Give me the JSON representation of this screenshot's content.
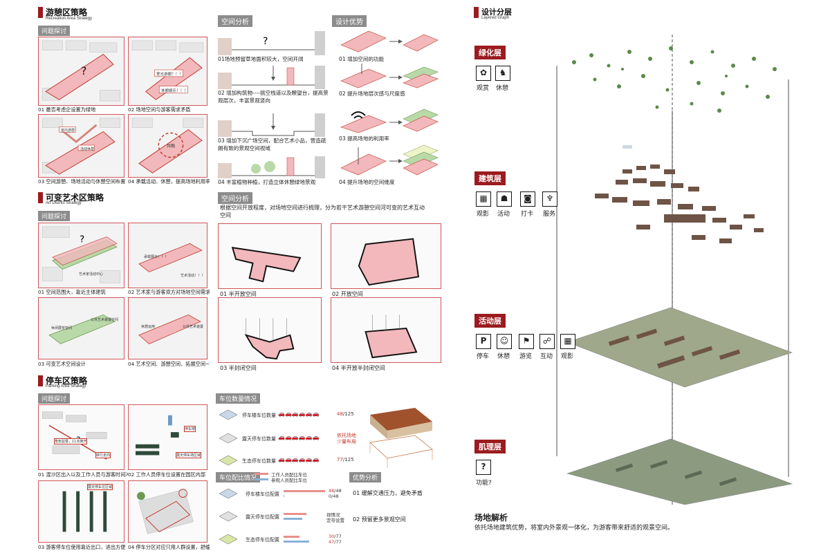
{
  "recreation": {
    "title": "游憩区策略",
    "subtitle": "Recreation Area Strategy",
    "problem_tag": "问题探讨",
    "panels": [
      {
        "caption": "01 最否考虑企设置为绿地",
        "note": "?"
      },
      {
        "caption": "02 场地空间与游客需求矛盾",
        "notes": [
          "室光游憩？！！",
          "休憩娱乐！！！"
        ]
      },
      {
        "caption": "03 空间游憩、场地活动与休憩空间布置",
        "notes": [
          "室内游憩",
          "活动休憩"
        ]
      },
      {
        "caption": "04 承载活动、休憩，提高场地利用率",
        "notes": [
          "共融"
        ]
      }
    ],
    "space_tag": "空间分析",
    "space_items": [
      "01场地预留草地面积较大，空间开阔",
      "02 增加构筑物----挑空栈道以及瞭望台，提高景观层次，丰富景观竖向",
      "03 增加下沉广场空间，配合艺术小品，营造疏朗有致的景观空间视域",
      "04 丰富植物种植，打造立体休憩绿地景观"
    ],
    "advantage_tag": "设计优势",
    "advantage_items": [
      "01 增加空间的功能",
      "02 提升场地层次感与尺度感",
      "03 提高场地的利用率",
      "04 提升场地的空间维度"
    ]
  },
  "art": {
    "title": "可变艺术区策略",
    "subtitle": "Art District Strategy",
    "problem_tag": "问题探讨",
    "panels": [
      {
        "caption": "01 空间范围大，靠近主体建筑",
        "notes": [
          "艺术家活动中心"
        ]
      },
      {
        "caption": "02 艺术家与游客双方对场地空间需求",
        "notes": [
          "承载展示！！！",
          "艺术活动！！！"
        ]
      },
      {
        "caption": "03 可变艺术空间设计",
        "notes": [
          "休闲展览空间",
          "公共艺术装置空间"
        ]
      },
      {
        "caption": "04 艺术空间、游憩空间，拓展空间~~~",
        "notes": [
          "休憩运用",
          "公共艺术装置"
        ]
      }
    ],
    "space_tag": "空间分析",
    "space_desc": "根据空间开放程度，对场地空间进行梳理，分为若干艺术游憩空间河可变的艺术互动空间",
    "space_panels": [
      "01 半开放空间",
      "02 开放空间",
      "03 半封闭空间",
      "04 半开放半封闭空间"
    ]
  },
  "parking": {
    "title": "停车区策略",
    "subtitle": "Parking Area Strategy",
    "problem_tag": "问题探讨",
    "panels": [
      {
        "caption": "01 混沙区出入以及工作人员与游客时间冲突",
        "notes": [
          "角色监督，11点离开",
          "转行走向"
        ]
      },
      {
        "caption": "02 工作人员停车位设置在园区内部",
        "notes": [
          "停车楼",
          "露天停车场区域"
        ]
      },
      {
        "caption": "03 游客停车位使用靠近出口，进出方便",
        "notes": [
          "露天停车位区域"
        ]
      },
      {
        "caption": "04 停车分区对应只用人群设置，舒缓交通",
        "notes": []
      }
    ],
    "count_tag": "车位数量情况",
    "counts": [
      {
        "label": "停车楼车位数量",
        "value": "48",
        "total": "/125"
      },
      {
        "label": "露天停车位数量",
        "value": "依托场地",
        "total": "少量布局"
      },
      {
        "label": "生态停车位数量",
        "value": "77",
        "total": "/125"
      }
    ],
    "ratio_tag": "车位配比情况",
    "ratio_legend": [
      "工作人员配比车位",
      "参观人员配比车位"
    ],
    "ratios": [
      {
        "label": "停车楼车位配置",
        "a": "48",
        "a_total": "/48",
        "b": "0",
        "b_total": "/48",
        "a_frac": 1.0,
        "b_frac": 0.0
      },
      {
        "label": "露天停车位配置",
        "note1": "视情况",
        "note2": "定夺设置",
        "a_frac": 0.55,
        "b_frac": 0.45
      },
      {
        "label": "生态停车位配置",
        "a": "30",
        "a_total": "/77",
        "b": "47",
        "b_total": "/77",
        "a_frac": 0.39,
        "b_frac": 0.61
      }
    ],
    "advantage_tag": "优势分析",
    "advantages": [
      "01 缓解交通压力，避免矛盾",
      "02 预留更多景观空间"
    ]
  },
  "layers": {
    "title": "设计分层",
    "subtitle": "Layered Graph",
    "green": {
      "label": "绿化层",
      "icons": [
        {
          "icon": "flower-icon",
          "text": "观赏"
        },
        {
          "icon": "deer-icon",
          "text": "休憩"
        }
      ]
    },
    "building": {
      "label": "建筑层",
      "icons": [
        {
          "icon": "cinema-icon",
          "text": "观影"
        },
        {
          "icon": "people-icon",
          "text": "活动"
        },
        {
          "icon": "camera-icon",
          "text": "打卡"
        },
        {
          "icon": "cutlery-icon",
          "text": "服务"
        }
      ]
    },
    "activity": {
      "label": "活动层",
      "icons": [
        {
          "icon": "parking-icon",
          "text": "停车"
        },
        {
          "icon": "bench-icon",
          "text": "休憩"
        },
        {
          "icon": "walk-icon",
          "text": "游览"
        },
        {
          "icon": "interact-icon",
          "text": "互动"
        },
        {
          "icon": "cinema-icon",
          "text": "观影"
        }
      ]
    },
    "texture": {
      "label": "肌理层",
      "icons": [
        {
          "icon": "question-icon",
          "text": "功能?"
        }
      ]
    },
    "analysis_title": "场地解析",
    "analysis_text": "依托场地建筑优势，将室内外景观一体化，为游客带来舒适的观景空间。"
  },
  "colors": {
    "accent": "#9b1b1f",
    "pink": "#f2b8bc",
    "green": "#b9d9a8",
    "outline": "#d0545a"
  }
}
